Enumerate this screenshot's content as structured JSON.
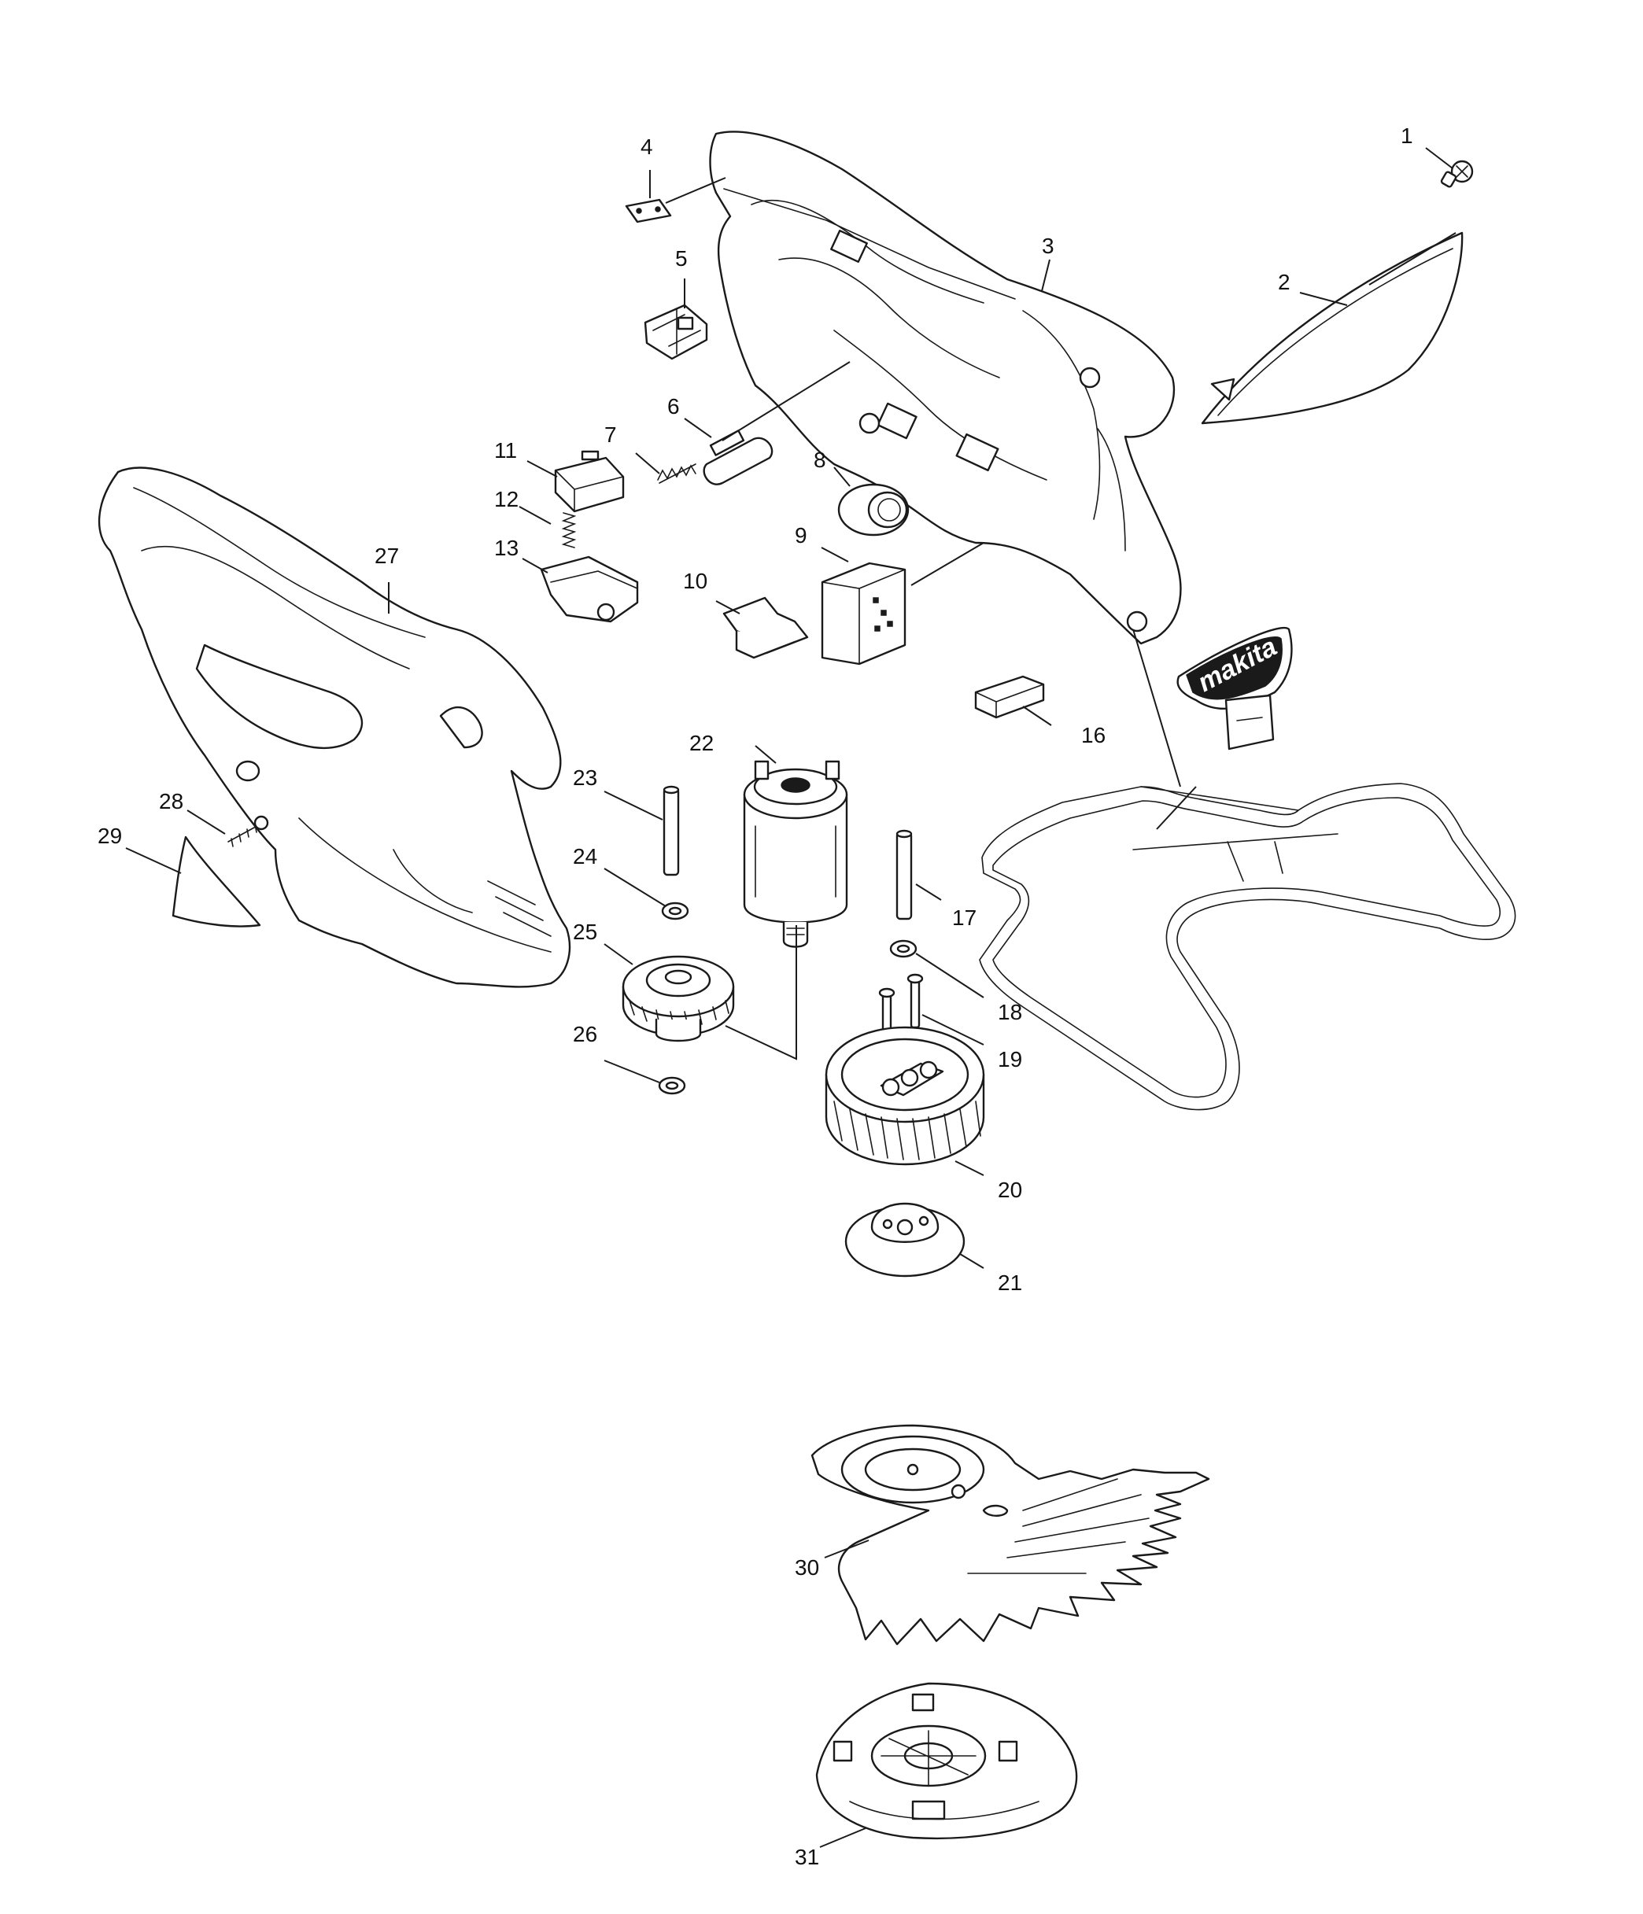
{
  "logo": {
    "text": "makita"
  },
  "callouts": [
    {
      "id": "1",
      "label": "1"
    },
    {
      "id": "2",
      "label": "2"
    },
    {
      "id": "3",
      "label": "3"
    },
    {
      "id": "4",
      "label": "4"
    },
    {
      "id": "5",
      "label": "5"
    },
    {
      "id": "6",
      "label": "6"
    },
    {
      "id": "7",
      "label": "7"
    },
    {
      "id": "8",
      "label": "8"
    },
    {
      "id": "9",
      "label": "9"
    },
    {
      "id": "10",
      "label": "10"
    },
    {
      "id": "11",
      "label": "11"
    },
    {
      "id": "12",
      "label": "12"
    },
    {
      "id": "13",
      "label": "13"
    },
    {
      "id": "16",
      "label": "16"
    },
    {
      "id": "17",
      "label": "17"
    },
    {
      "id": "18",
      "label": "18"
    },
    {
      "id": "19",
      "label": "19"
    },
    {
      "id": "20",
      "label": "20"
    },
    {
      "id": "21",
      "label": "21"
    },
    {
      "id": "22",
      "label": "22"
    },
    {
      "id": "23",
      "label": "23"
    },
    {
      "id": "24",
      "label": "24"
    },
    {
      "id": "25",
      "label": "25"
    },
    {
      "id": "26",
      "label": "26"
    },
    {
      "id": "27",
      "label": "27"
    },
    {
      "id": "28",
      "label": "28"
    },
    {
      "id": "29",
      "label": "29"
    },
    {
      "id": "30",
      "label": "30"
    },
    {
      "id": "31",
      "label": "31"
    }
  ]
}
